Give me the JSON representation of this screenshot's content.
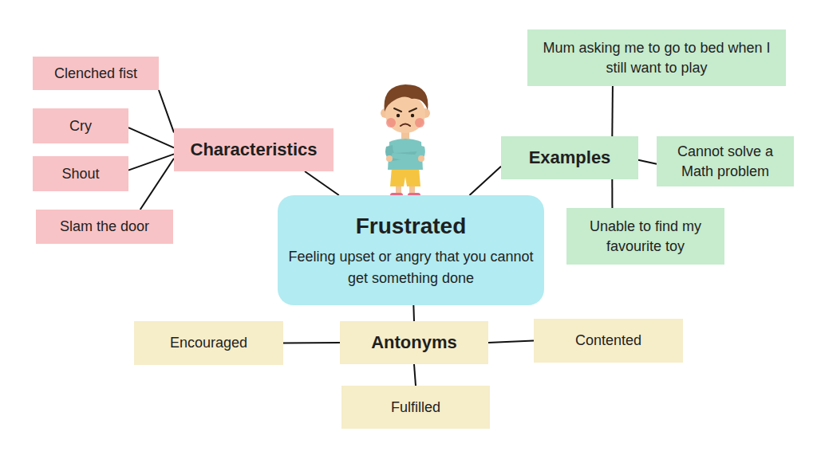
{
  "diagram": {
    "nodes": [
      {
        "text": [
          "Frustrated",
          "Feeling upset or angry that you cannot get something done"
        ]
      },
      {
        "text": [
          "Characteristics"
        ]
      },
      {
        "text": [
          "Clenched fist"
        ]
      },
      {
        "text": [
          "Cry"
        ]
      },
      {
        "text": [
          "Shout"
        ]
      },
      {
        "text": [
          "Slam the door"
        ]
      },
      {
        "text": [
          "Examples"
        ]
      },
      {
        "text": [
          "Mum asking me to go to bed when I still want to play"
        ]
      },
      {
        "text": [
          "Cannot solve a Math problem"
        ]
      },
      {
        "text": [
          "Unable to find my favourite toy"
        ]
      },
      {
        "text": [
          "Antonyms"
        ]
      },
      {
        "text": [
          "Encouraged"
        ]
      },
      {
        "text": [
          "Contented"
        ]
      },
      {
        "text": [
          "Fulfilled"
        ]
      }
    ],
    "edges": [
      {
        "from": 0,
        "to": 1,
        "arrow": "none"
      },
      {
        "from": 1,
        "to": 2,
        "arrow": "none"
      },
      {
        "from": 1,
        "to": 3,
        "arrow": "none"
      },
      {
        "from": 1,
        "to": 4,
        "arrow": "none"
      },
      {
        "from": 1,
        "to": 5,
        "arrow": "none"
      },
      {
        "from": 0,
        "to": 6,
        "arrow": "none"
      },
      {
        "from": 6,
        "to": 7,
        "arrow": "none"
      },
      {
        "from": 6,
        "to": 8,
        "arrow": "none"
      },
      {
        "from": 6,
        "to": 9,
        "arrow": "none"
      },
      {
        "from": 0,
        "to": 10,
        "arrow": "none"
      },
      {
        "from": 10,
        "to": 11,
        "arrow": "none"
      },
      {
        "from": 10,
        "to": 12,
        "arrow": "none"
      },
      {
        "from": 10,
        "to": 13,
        "arrow": "none"
      }
    ]
  }
}
